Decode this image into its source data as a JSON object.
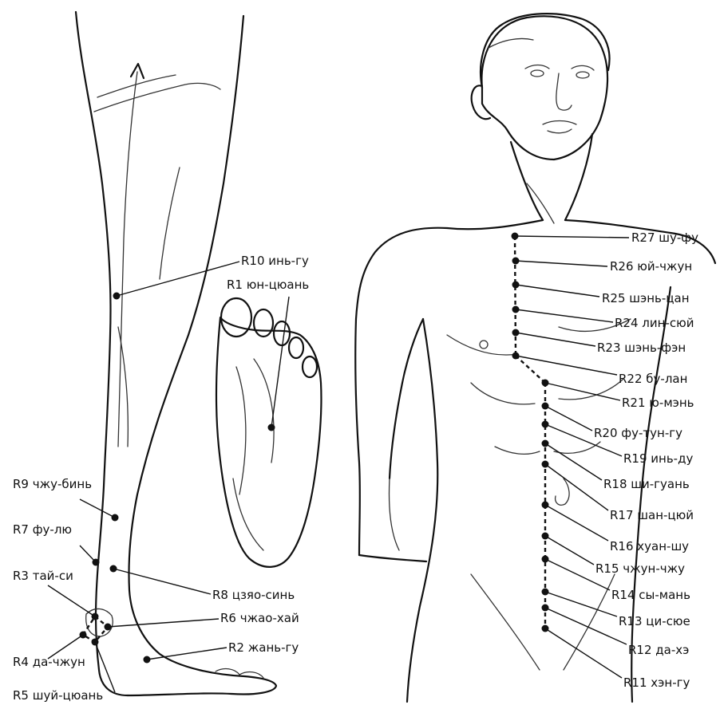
{
  "points": [
    {
      "id": "R1",
      "label": "R1 юн-цюань"
    },
    {
      "id": "R2",
      "label": "R2 жань-гу"
    },
    {
      "id": "R3",
      "label": "R3 тай-си"
    },
    {
      "id": "R4",
      "label": "R4 да-чжун"
    },
    {
      "id": "R5",
      "label": "R5 шуй-цюань"
    },
    {
      "id": "R6",
      "label": "R6 чжао-хай"
    },
    {
      "id": "R7",
      "label": "R7 фу-лю"
    },
    {
      "id": "R8",
      "label": "R8 цзяо-синь"
    },
    {
      "id": "R9",
      "label": "R9 чжу-бинь"
    },
    {
      "id": "R10",
      "label": "R10 инь-гу"
    },
    {
      "id": "R11",
      "label": "R11 хэн-гу"
    },
    {
      "id": "R12",
      "label": "R12 да-хэ"
    },
    {
      "id": "R13",
      "label": "R13 ци-сюе"
    },
    {
      "id": "R14",
      "label": "R14 сы-мань"
    },
    {
      "id": "R15",
      "label": "R15 чжун-чжу"
    },
    {
      "id": "R16",
      "label": "R16 хуан-шу"
    },
    {
      "id": "R17",
      "label": "R17 шан-цюй"
    },
    {
      "id": "R18",
      "label": "R18 ши-гуань"
    },
    {
      "id": "R19",
      "label": "R19 инь-ду"
    },
    {
      "id": "R20",
      "label": "R20 фу-тун-гу"
    },
    {
      "id": "R21",
      "label": "R21 ю-мэнь"
    },
    {
      "id": "R22",
      "label": "R22 бу-лан"
    },
    {
      "id": "R23",
      "label": "R23 шэнь-фэн"
    },
    {
      "id": "R24",
      "label": "R24 лин-сюй"
    },
    {
      "id": "R25",
      "label": "R25 шэнь-цан"
    },
    {
      "id": "R26",
      "label": "R26 юй-чжун"
    },
    {
      "id": "R27",
      "label": "R27 шу-фу"
    }
  ]
}
